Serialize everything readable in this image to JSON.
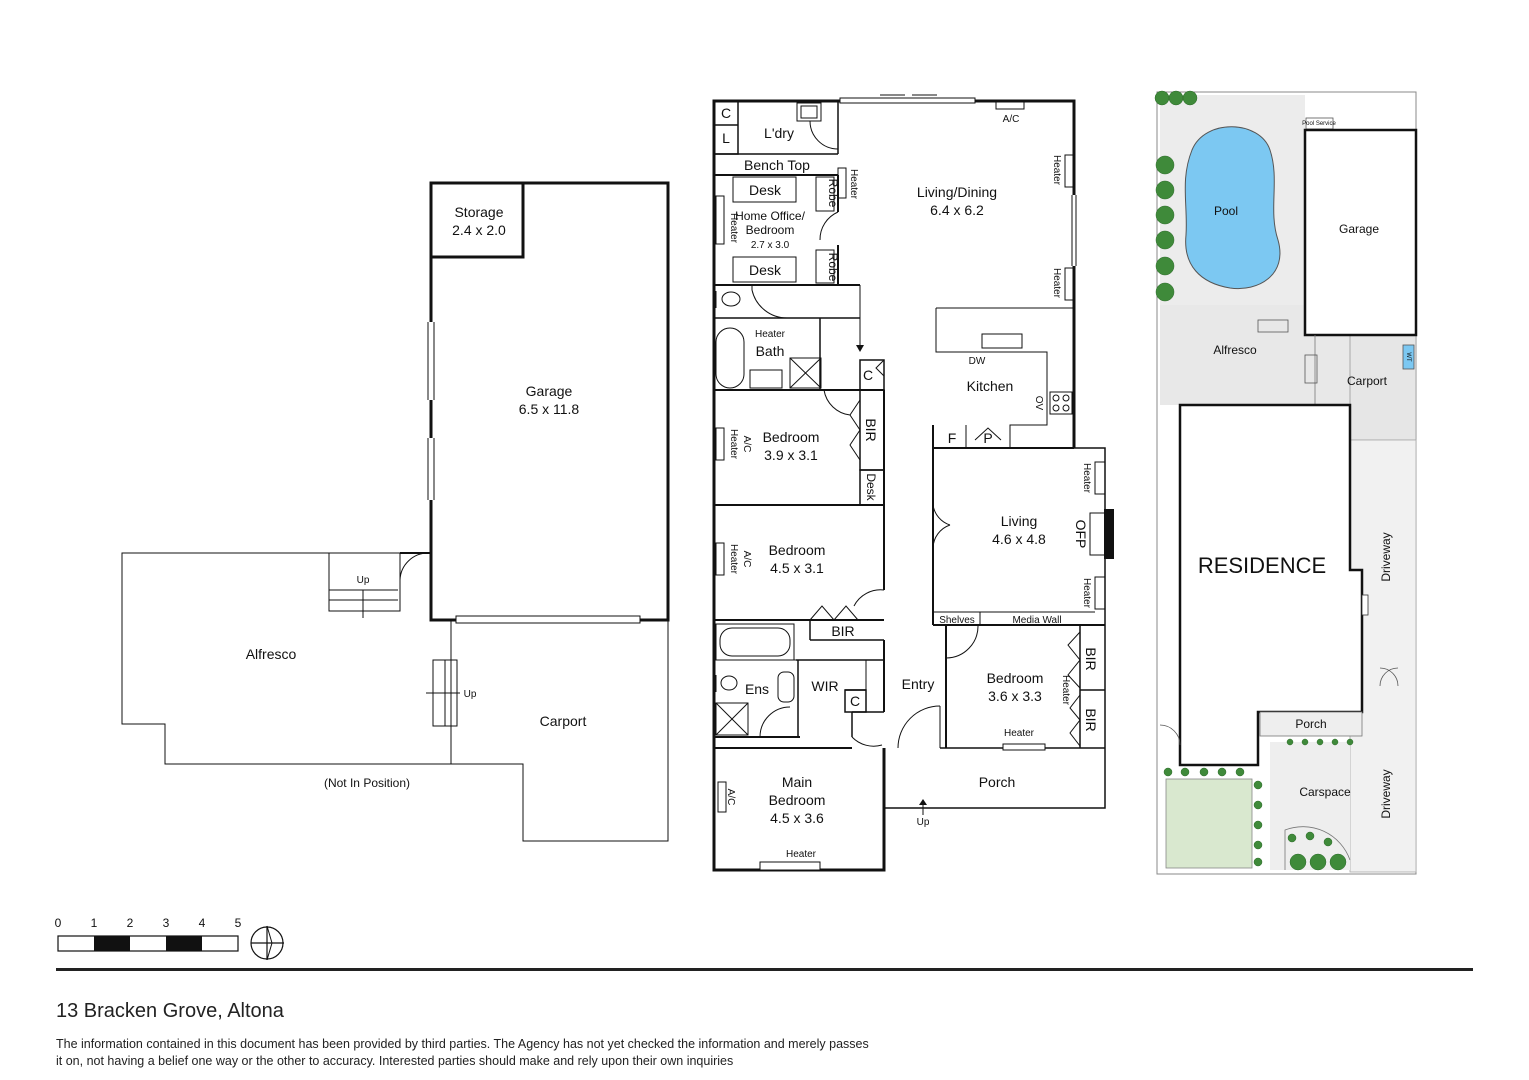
{
  "address": "13 Bracken Grove, Altona",
  "disclaimer": "The information contained in this document has been provided by third parties. The Agency has not yet checked the information and merely passes it on, not having a belief one way or the other to accuracy. Interested parties should make and rely upon their own inquiries",
  "scale": {
    "ticks": [
      "0",
      "1",
      "2",
      "3",
      "4",
      "5"
    ]
  },
  "compass": "compass-icon",
  "outbuildings": {
    "storage": {
      "name": "Storage",
      "dims": "2.4 x 2.0"
    },
    "garage": {
      "name": "Garage",
      "dims": "6.5 x 11.8"
    },
    "alfresco": "Alfresco",
    "carport": "Carport",
    "up1": "Up",
    "up2": "Up",
    "not_in_position": "(Not In Position)"
  },
  "house": {
    "c_top": "C",
    "l": "L",
    "laundry": "L'dry",
    "bench_top": "Bench Top",
    "desk1": "Desk",
    "desk2": "Desk",
    "robe1": "Robe",
    "robe2": "Robe",
    "heater_office": "Heater",
    "heater_office_b": "Heater",
    "home_office": {
      "line1": "Home Office/",
      "line2": "Bedroom",
      "dims": "2.7 x 3.0"
    },
    "living_dining": {
      "name": "Living/Dining",
      "dims": "6.4 x 6.2"
    },
    "ac_top": "A/C",
    "heater_ld1": "Heater",
    "heater_ld2": "Heater",
    "heater_bath": "Heater",
    "bath": "Bath",
    "c_hall": "C",
    "dw": "DW",
    "kitchen": "Kitchen",
    "ov": "OV",
    "f": "F",
    "p": "P",
    "bed1": {
      "name": "Bedroom",
      "dims": "3.9 x 3.1",
      "ac": "A/C",
      "heater": "Heater"
    },
    "bir1": "BIR",
    "desk3": "Desk",
    "living": {
      "name": "Living",
      "dims": "4.6 x 4.8"
    },
    "heater_living1": "Heater",
    "heater_living2": "Heater",
    "ofp": "OFP",
    "bed2": {
      "name": "Bedroom",
      "dims": "4.5 x 3.1",
      "ac": "A/C",
      "heater": "Heater"
    },
    "bir2": "BIR",
    "shelves": "Shelves",
    "media_wall": "Media Wall",
    "ens": "Ens",
    "wir": "WIR",
    "c_wir": "C",
    "entry": "Entry",
    "bed3": {
      "name": "Bedroom",
      "dims": "3.6 x 3.3"
    },
    "bir3": "BIR",
    "bir4": "BIR",
    "heater_bed3_side": "Heater",
    "heater_bed3": "Heater",
    "porch": "Porch",
    "up": "Up",
    "main_bed": {
      "line1": "Main",
      "line2": "Bedroom",
      "dims": "4.5 x 3.6"
    },
    "ac_main": "A/C",
    "heater_main": "Heater"
  },
  "site": {
    "pool": "Pool",
    "pool_service": "Pool Service",
    "garage": "Garage",
    "alfresco": "Alfresco",
    "carport": "Carport",
    "wt": "WT",
    "residence": "RESIDENCE",
    "driveway1": "Driveway",
    "driveway2": "Driveway",
    "porch": "Porch",
    "carspace": "Carspace"
  },
  "colors": {
    "wall": "#111111",
    "pool": "#7cc8f2",
    "grass": "#d9e8cf",
    "hedge": "#3f8a3a",
    "paving": "#e6e6e6"
  }
}
